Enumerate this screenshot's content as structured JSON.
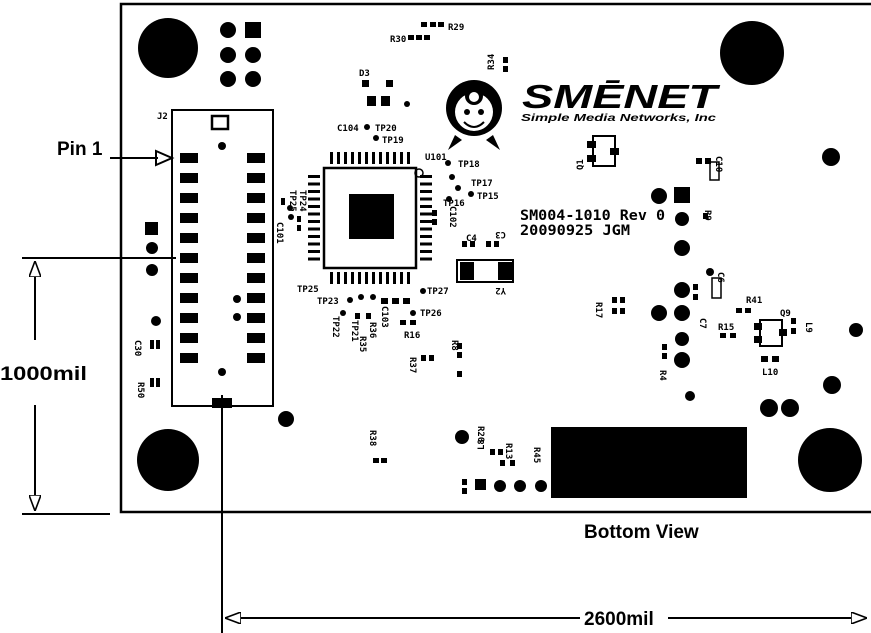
{
  "dimensions": {
    "pin1": "Pin 1",
    "height": "1000mil",
    "width": "2600mil",
    "view": "Bottom View"
  },
  "logo": {
    "brand": "SMĒNET",
    "tagline": "Simple Media Networks, Inc"
  },
  "board": {
    "part_number": "SM004-1010 Rev 0",
    "date_initials": "20090925 JGM"
  },
  "refdes": {
    "j2": "J2",
    "r29": "R29",
    "r30": "R30",
    "r34": "R34",
    "d3": "D3",
    "c104": "C104",
    "tp20": "TP20",
    "tp19": "TP19",
    "u101": "U101",
    "tp18": "TP18",
    "tp17": "TP17",
    "tp15": "TP15",
    "tp16": "TP16",
    "tp25a": "TP25",
    "tp24": "TP24",
    "c101": "C101",
    "c102": "C102",
    "c4": "C4",
    "c3": "C3",
    "y2": "Y2",
    "tp27": "TP27",
    "tp25b": "TP25",
    "tp23": "TP23",
    "tp22": "TP22",
    "tp21": "TP21",
    "c103": "C103",
    "r36": "R36",
    "r35": "R35",
    "r16": "R16",
    "tp26": "TP26",
    "r8": "R8",
    "r37": "R37",
    "c30": "C30",
    "r50": "R50",
    "r38": "R38",
    "r20": "R20",
    "l8": "L8",
    "r13": "R13",
    "r45": "R45",
    "q1": "Q1",
    "c10": "C10",
    "r9": "R9",
    "c6": "C6",
    "c7": "C7",
    "r17": "R17",
    "r4": "R4",
    "r41": "R41",
    "q9": "Q9",
    "r15": "R15",
    "l9": "L9",
    "l10": "L10"
  }
}
